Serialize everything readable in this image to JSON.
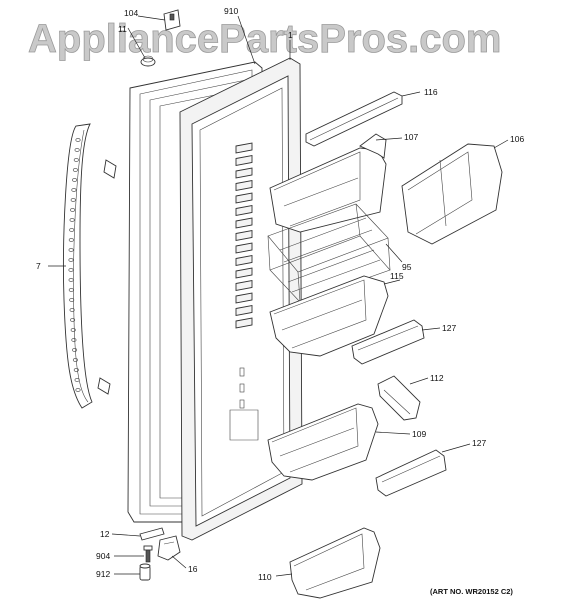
{
  "watermark": "AppliancePartsPros.com",
  "art_number": "(ART NO. WR20152 C2)",
  "callouts": {
    "c104": "104",
    "c910": "910",
    "c11": "11",
    "c1": "1",
    "c116": "116",
    "c107": "107",
    "c106": "106",
    "c7": "7",
    "c95": "95",
    "c115": "115",
    "c127a": "127",
    "c112": "112",
    "c109": "109",
    "c127b": "127",
    "c12": "12",
    "c904": "904",
    "c16": "16",
    "c912": "912",
    "c110": "110"
  }
}
